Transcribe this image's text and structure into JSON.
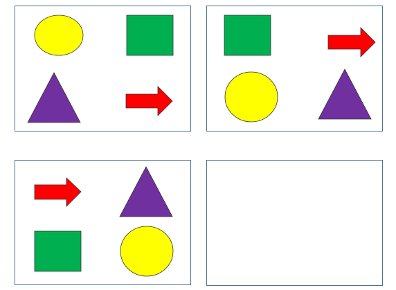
{
  "colors": {
    "circle": "#ffff00",
    "square": "#00b050",
    "triangle": "#7030a0",
    "arrow": "#ff0000",
    "shape_outline": "#333333",
    "panel_border": "#4a7394"
  },
  "panels": [
    {
      "shapes": [
        "circle",
        "square",
        "triangle",
        "arrow"
      ]
    },
    {
      "shapes": [
        "square",
        "arrow",
        "circle",
        "triangle"
      ]
    },
    {
      "shapes": [
        "arrow",
        "triangle",
        "square",
        "circle"
      ]
    },
    {
      "shapes": []
    }
  ]
}
